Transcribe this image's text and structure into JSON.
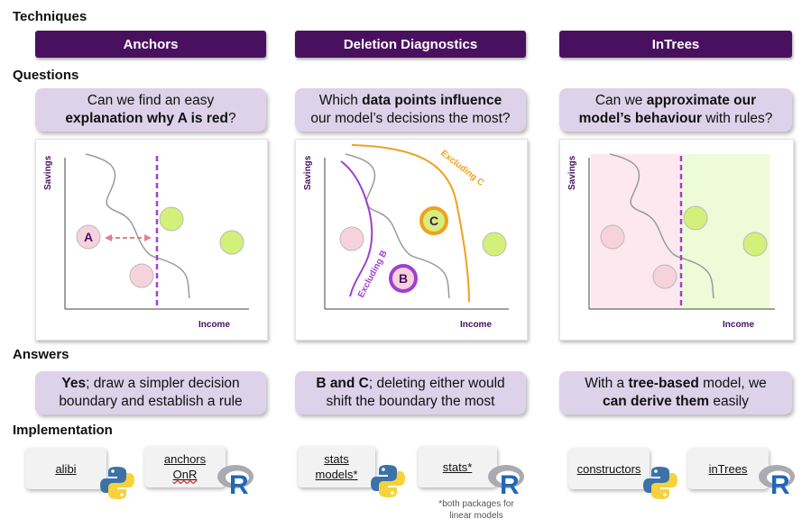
{
  "sections": {
    "techniques": "Techniques",
    "questions": "Questions",
    "answers": "Answers",
    "implementation": "Implementation"
  },
  "columns": [
    {
      "technique": "Anchors",
      "question": {
        "pre": "Can we find an easy",
        "bold": "explanation why A is red",
        "post": "?"
      },
      "plot": {
        "x_label": "Income",
        "y_label": "Savings",
        "point_a": "A"
      },
      "answer": {
        "bold": "Yes",
        "rest1": "; draw a simpler decision",
        "line2": "boundary and establish a rule"
      },
      "impl": [
        {
          "label": "alibi",
          "lang": "python"
        },
        {
          "label1": "anchors",
          "label2": "OnR",
          "lang": "r"
        }
      ]
    },
    {
      "technique": "Deletion Diagnostics",
      "question": {
        "pre": "Which ",
        "bold": "data points influence",
        "line2": "our model’s decisions the most?"
      },
      "plot": {
        "x_label": "Income",
        "y_label": "Savings",
        "point_b": "B",
        "point_c": "C",
        "curve_b_label": "Excluding B",
        "curve_c_label": "Excluding C"
      },
      "answer": {
        "bold": "B and C",
        "rest1": "; deleting either would",
        "line2": "shift the boundary the most"
      },
      "impl": [
        {
          "label1": "stats",
          "label2": "models*",
          "lang": "python"
        },
        {
          "label": "stats*",
          "lang": "r"
        }
      ],
      "footnote1": "*both packages for",
      "footnote2": "linear models"
    },
    {
      "technique": "InTrees",
      "question": {
        "pre": "Can we ",
        "bold": "approximate our",
        "bold2": "model’s behaviour",
        "post": " with rules?"
      },
      "plot": {
        "x_label": "Income",
        "y_label": "Savings"
      },
      "answer": {
        "pre": "With a ",
        "bold": "tree-based",
        "rest1": " model, we",
        "bold2": "can derive them",
        "post": " easily"
      },
      "impl": [
        {
          "label": "constructors",
          "lang": "python"
        },
        {
          "label": "inTrees",
          "lang": "r"
        }
      ]
    }
  ],
  "colors": {
    "header_bg": "#4a1060",
    "bubble_bg": "#ddd2ea",
    "red_point": "#f6d3dc",
    "green_point": "#d3f07a",
    "purple": "#a040d0",
    "orange": "#f0a020",
    "region_red": "#fce8ee",
    "region_green": "#eefbd8"
  }
}
